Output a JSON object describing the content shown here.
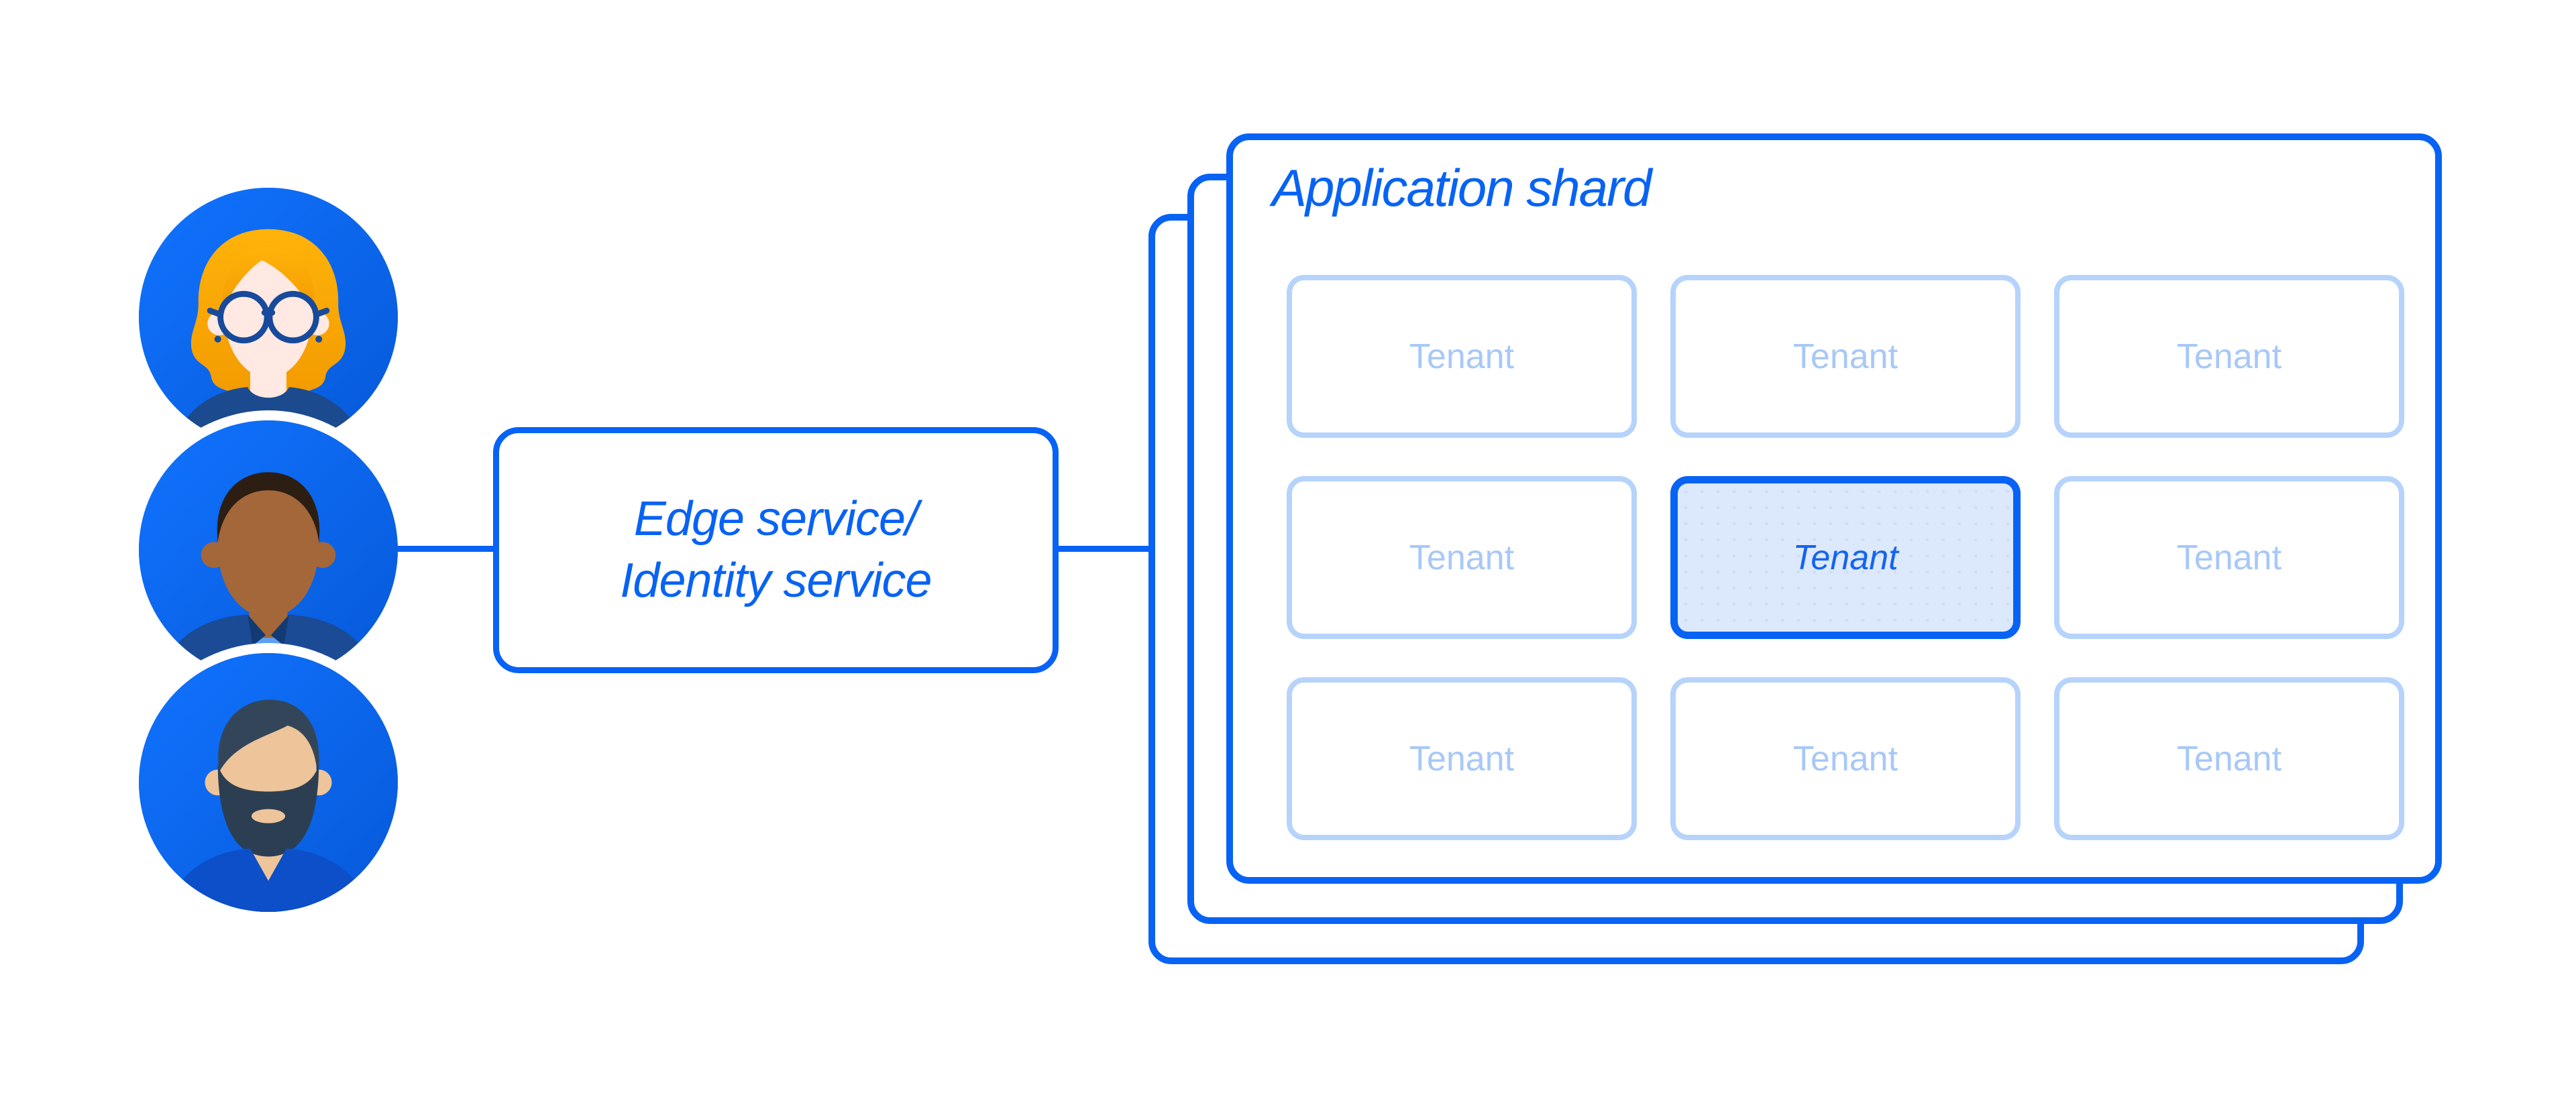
{
  "colors": {
    "accent": "#0863f4",
    "light-border": "#b6d3fb",
    "light-text": "#a7c8f8",
    "hl-fill": "#dce9fc",
    "hl-text": "#1464f0",
    "avatar-bg": "#0a6cfb"
  },
  "users": {
    "items": [
      {
        "name": "woman-with-glasses"
      },
      {
        "name": "man-short-hair"
      },
      {
        "name": "man-with-beard"
      }
    ]
  },
  "edge_service": {
    "line1": "Edge service/",
    "line2": "Identity service"
  },
  "shard": {
    "title": "Application shard",
    "stack_layers": 3,
    "tenants": [
      {
        "label": "Tenant",
        "highlighted": false
      },
      {
        "label": "Tenant",
        "highlighted": false
      },
      {
        "label": "Tenant",
        "highlighted": false
      },
      {
        "label": "Tenant",
        "highlighted": false
      },
      {
        "label": "Tenant",
        "highlighted": true
      },
      {
        "label": "Tenant",
        "highlighted": false
      },
      {
        "label": "Tenant",
        "highlighted": false
      },
      {
        "label": "Tenant",
        "highlighted": false
      },
      {
        "label": "Tenant",
        "highlighted": false
      }
    ]
  }
}
